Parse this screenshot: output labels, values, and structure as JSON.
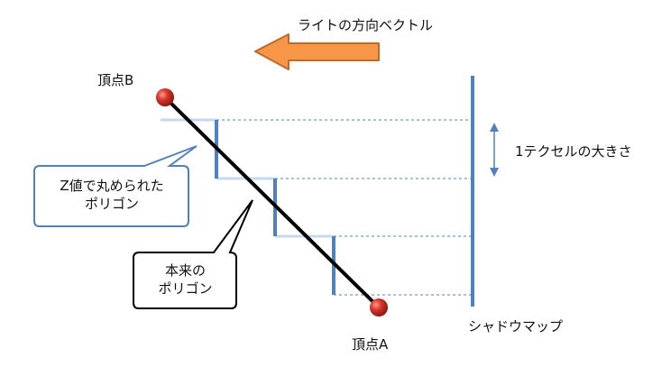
{
  "labels": {
    "light_direction": "ライトの方向ベクトル",
    "vertex_b": "頂点B",
    "vertex_a": "頂点A",
    "texel_size": "1テクセルの大きさ",
    "shadow_map": "シャドウマップ"
  },
  "callouts": {
    "rounded": {
      "line1": "Z値で丸められた",
      "line2": "ポリゴン"
    },
    "original": {
      "line1": "本来の",
      "line2": "ポリゴン"
    }
  },
  "colors": {
    "arrow_fill": "#f79646",
    "arrow_stroke": "#c0692a",
    "blue": "#4f81bd",
    "light_blue": "#c6d9f1",
    "dashed": "#4f81bd",
    "polygon_line": "#000000",
    "vertex_fill": "#c0392b",
    "callout_fill": "#ffffff",
    "callout_blue_border": "#4f81bd",
    "callout_black_border": "#000000"
  }
}
